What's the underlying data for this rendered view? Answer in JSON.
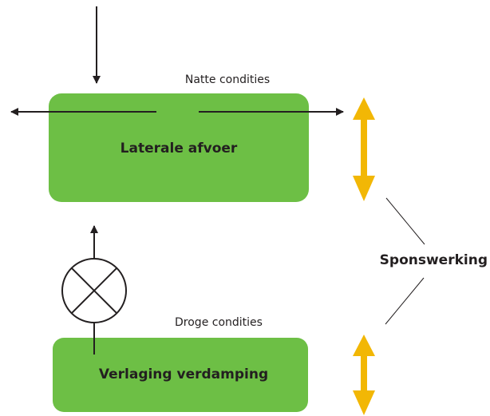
{
  "top_box": {
    "caption": "Natte condities",
    "label": "Laterale afvoer"
  },
  "bottom_box": {
    "caption": "Droge condities",
    "label": "Verlaging verdamping"
  },
  "side_label": "Sponswerking",
  "colors": {
    "box_fill": "#6dbf45",
    "double_arrow": "#f2b705",
    "line": "#231f20"
  }
}
